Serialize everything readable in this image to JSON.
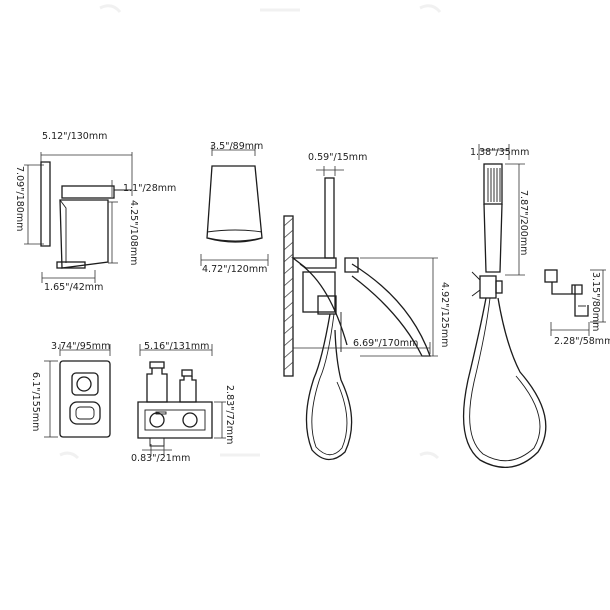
{
  "dimensions": {
    "mixer_width": "5.12\"/130mm",
    "mixer_height": "7.09\"/180mm",
    "mixer_lever": "1.1\"/28mm",
    "mixer_body": "4.25\"/108mm",
    "mixer_depth": "1.65\"/42mm",
    "spout_top": "3.5\"/89mm",
    "spout_bottom": "4.72\"/120mm",
    "pipe_diameter": "0.59\"/15mm",
    "spout_height": "4.92\"/125mm",
    "spout_reach": "6.69\"/170mm",
    "handshower_diameter": "1.38\"/35mm",
    "handshower_length": "7.87\"/200mm",
    "holder_height": "3.15\"/80mm",
    "holder_width": "2.28\"/58mm",
    "plate_width": "3.74\"/95mm",
    "plate_height": "6.1\"/155mm",
    "valve_width": "5.16\"/131mm",
    "valve_height": "2.83\"/72mm",
    "valve_outlet": "0.83\"/21mm"
  }
}
